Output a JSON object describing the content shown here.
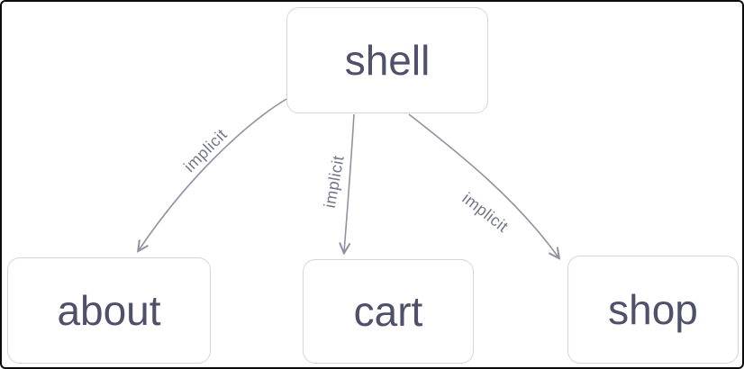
{
  "diagram": {
    "type": "dependency-graph",
    "nodes": [
      {
        "id": "shell",
        "label": "shell"
      },
      {
        "id": "about",
        "label": "about"
      },
      {
        "id": "cart",
        "label": "cart"
      },
      {
        "id": "shop",
        "label": "shop"
      }
    ],
    "edges": [
      {
        "from": "shell",
        "to": "about",
        "label": "implicit"
      },
      {
        "from": "shell",
        "to": "cart",
        "label": "implicit"
      },
      {
        "from": "shell",
        "to": "shop",
        "label": "implicit"
      }
    ],
    "colors": {
      "background": "#ffffff",
      "node_border": "#d5d5e0",
      "node_text": "#50506a",
      "edge_stroke": "#9191a3",
      "edge_label_text": "#76768c",
      "frame_border": "#0b0b0b"
    }
  }
}
